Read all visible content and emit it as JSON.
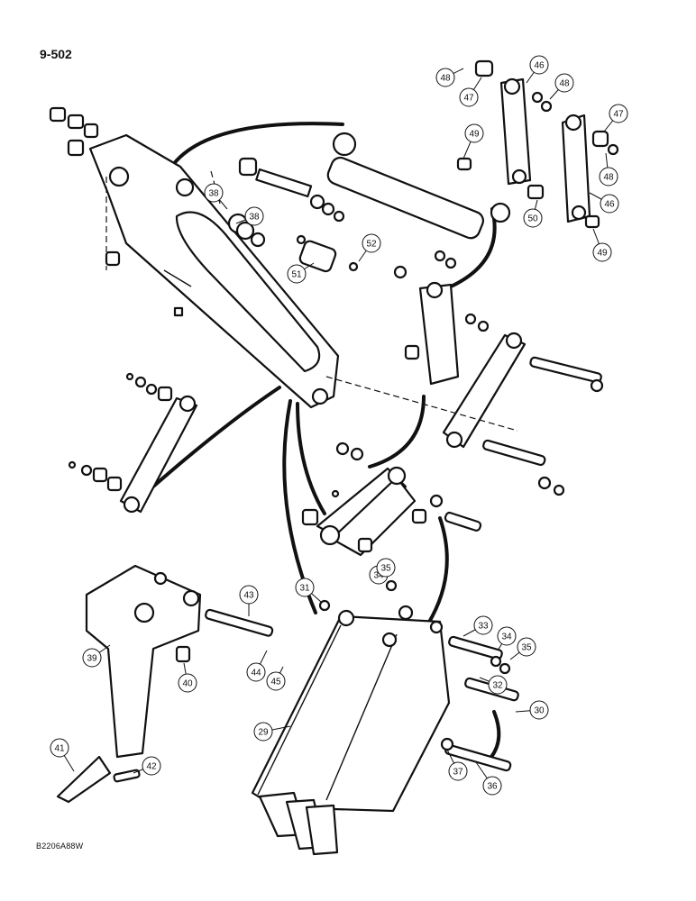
{
  "header": {
    "page_number": "9-502"
  },
  "footer": {
    "drawing_code": "B2206A88W"
  },
  "callouts": [
    "29",
    "30",
    "31",
    "32",
    "33",
    "34",
    "34",
    "35",
    "35",
    "36",
    "37",
    "38",
    "38",
    "39",
    "40",
    "41",
    "42",
    "43",
    "44",
    "45",
    "46",
    "46",
    "47",
    "47",
    "48",
    "48",
    "48",
    "49",
    "49",
    "50",
    "51",
    "52"
  ],
  "colors": {
    "ink": "#111111",
    "paper": "#ffffff"
  }
}
